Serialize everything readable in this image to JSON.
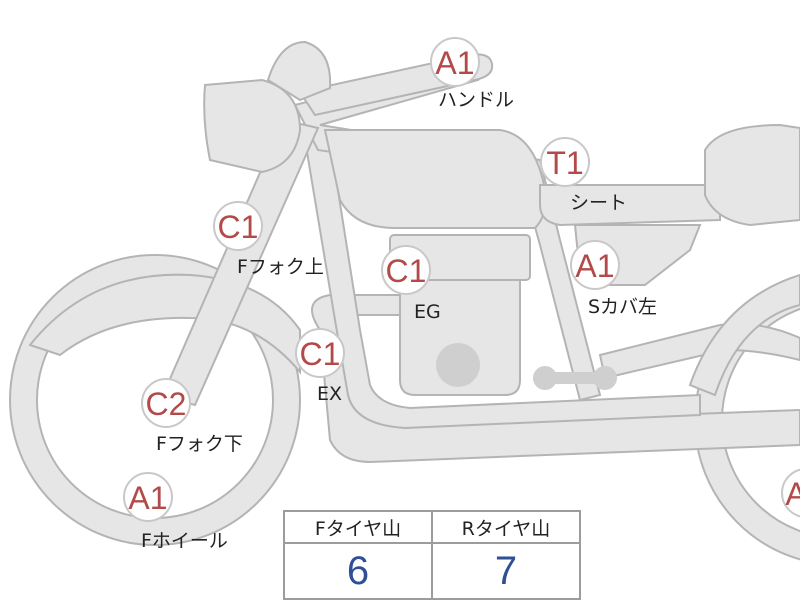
{
  "callouts": [
    {
      "grade": "A1",
      "label": "ハンドル"
    },
    {
      "grade": "T1",
      "label": "シート"
    },
    {
      "grade": "A1",
      "label": "Sカバ左"
    },
    {
      "grade": "C1",
      "label": "Fフォク上"
    },
    {
      "grade": "C1",
      "label": "EG"
    },
    {
      "grade": "C1",
      "label": "EX"
    },
    {
      "grade": "C2",
      "label": "Fフォク下"
    },
    {
      "grade": "A1",
      "label": "Fホイール"
    },
    {
      "grade": "A",
      "label": ""
    }
  ],
  "tire_table": {
    "headers": [
      "Fタイヤ山",
      "Rタイヤ山"
    ],
    "values": [
      "6",
      "7"
    ]
  },
  "colors": {
    "part_fill": "#e6e6e6",
    "part_outline": "#b4b4b4",
    "grade_text": "#b34a4a",
    "tire_value": "#2f4f96"
  }
}
